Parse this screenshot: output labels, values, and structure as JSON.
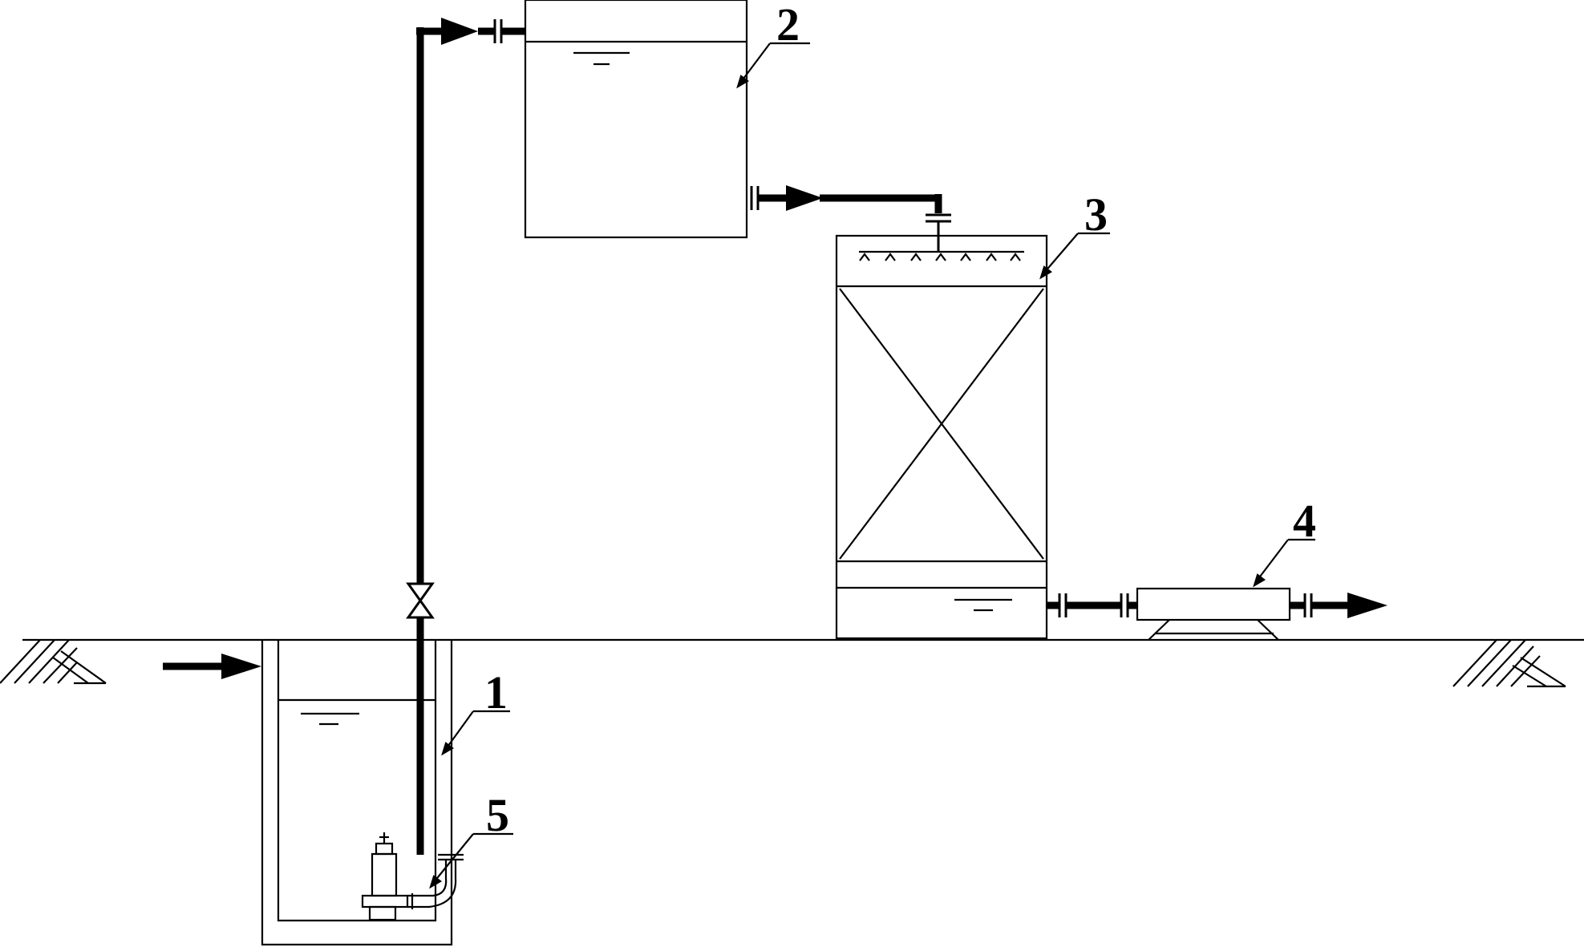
{
  "labels": {
    "sump_pit": "1",
    "elevated_tank": "2",
    "packed_tower": "3",
    "horizontal_unit": "4",
    "submersible_pump": "5"
  },
  "colors": {
    "line": "#000000",
    "background": "#ffffff"
  }
}
